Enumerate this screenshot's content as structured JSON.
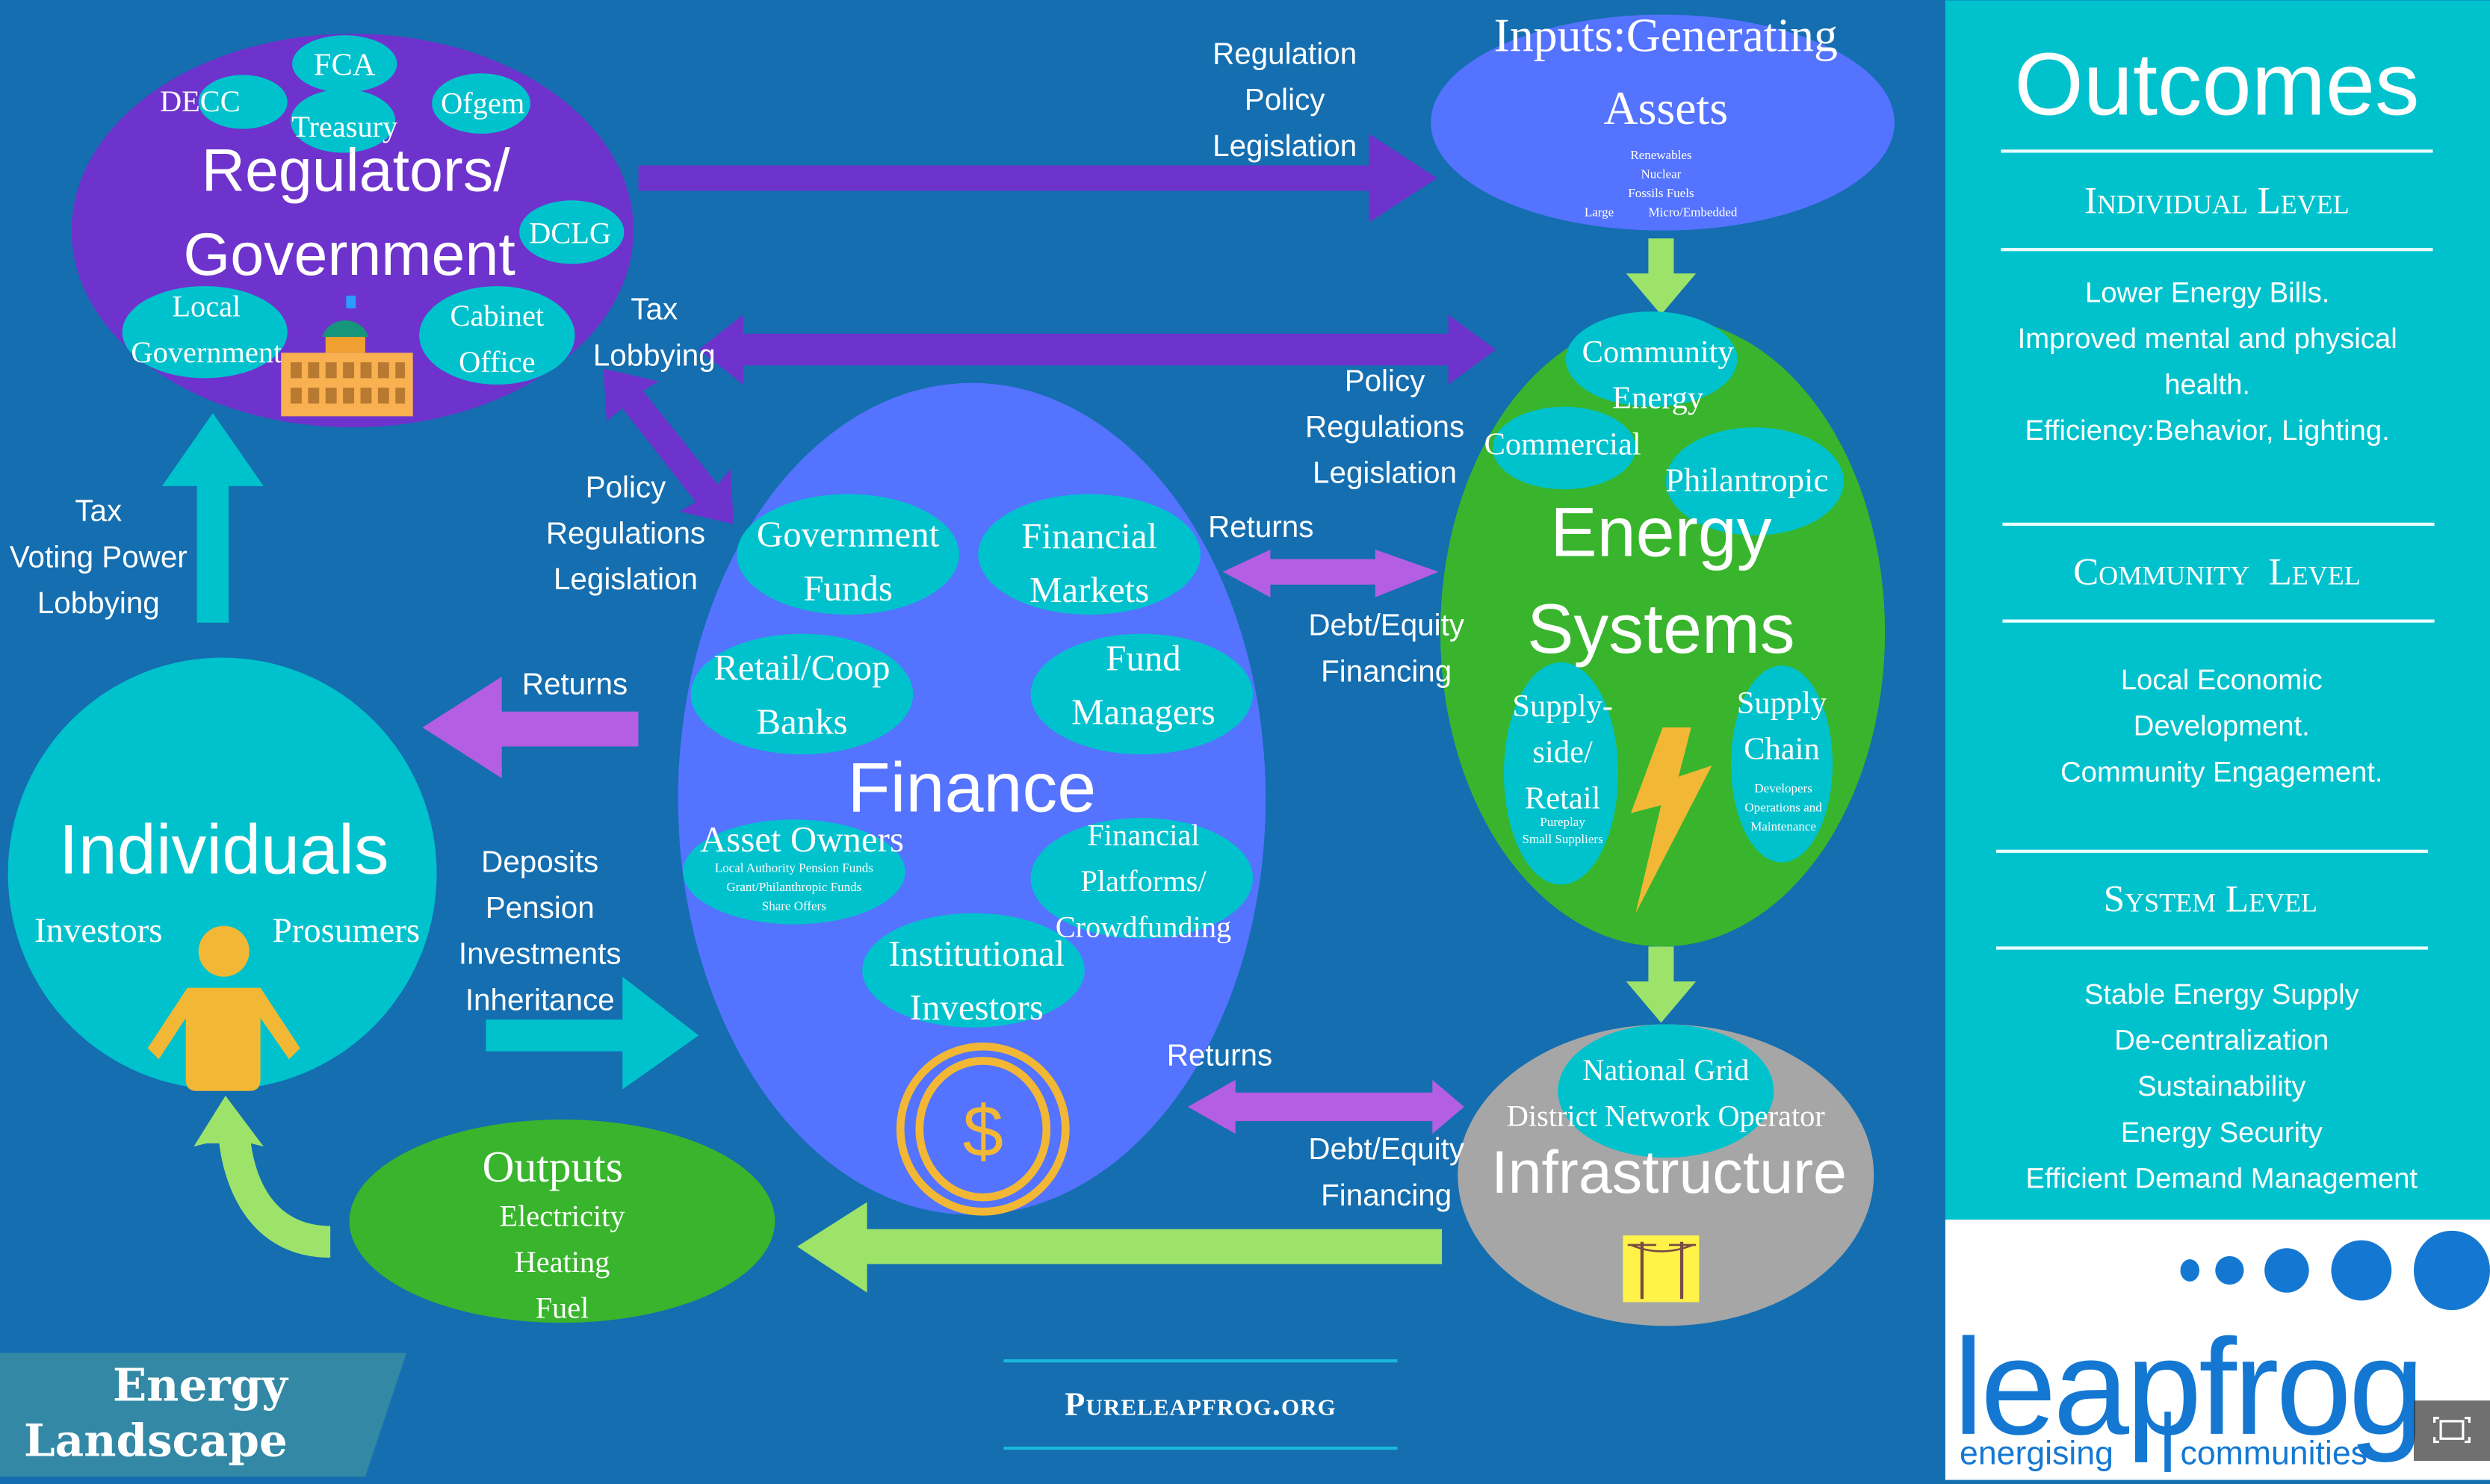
{
  "title_badge": {
    "line1": "Energy",
    "line2": "Landscape"
  },
  "website": "Pureleapfrog.org",
  "colors": {
    "background": "#146eb0",
    "regulators": "#6e33cc",
    "finance": "#5473ff",
    "energy_systems": "#38b52c",
    "infrastructure": "#a6a6a6",
    "inputs": "#5473ff",
    "bubble": "#00c2cd",
    "arrow_purple": "#6e33cc",
    "arrow_violet": "#b45ee3",
    "arrow_green": "#9de36a",
    "arrow_teal": "#00c2cd",
    "accent_yellow": "#f2b835",
    "outcomes_panel": "#00c2cd",
    "logo_blue": "#1478d2"
  },
  "regulators": {
    "title_line1": "Regulators/",
    "title_line2": "Government",
    "bubbles": [
      "FCA",
      "DECC",
      "Treasury",
      "Ofgem",
      "DCLG"
    ],
    "local_gov": {
      "line1": "Local",
      "line2": "Government"
    },
    "cabinet": {
      "line1": "Cabinet",
      "line2": "Office"
    }
  },
  "inputs": {
    "title_line1": "Inputs:Generating",
    "title_line2": "Assets",
    "items": [
      "Renewables",
      "Nuclear",
      "Fossils Fuels"
    ],
    "scale_left": "Large",
    "scale_right": "Micro/Embedded"
  },
  "energy_systems": {
    "title_line1": "Energy",
    "title_line2": "Systems",
    "community": {
      "line1": "Community",
      "line2": "Energy"
    },
    "commercial": "Commercial",
    "philantropic": "Philantropic",
    "supply_side": {
      "lines": [
        "Supply-",
        "side/",
        "Retail"
      ],
      "sub": [
        "Pureplay",
        "Small Suppliers"
      ]
    },
    "supply_chain": {
      "lines": [
        "Supply",
        "Chain"
      ],
      "sub": [
        "Developers",
        "Operations and",
        "Maintenance"
      ]
    }
  },
  "finance": {
    "title": "Finance",
    "gov_funds": {
      "line1": "Government",
      "line2": "Funds"
    },
    "fin_markets": {
      "line1": "Financial",
      "line2": "Markets"
    },
    "retail_banks": {
      "line1": "Retail/Coop",
      "line2": "Banks"
    },
    "fund_managers": {
      "line1": "Fund",
      "line2": "Managers"
    },
    "asset_owners": {
      "title": "Asset Owners",
      "sub": [
        "Local Authority Pension Funds",
        "Grant/Philanthropic Funds",
        "Share Offers"
      ]
    },
    "platforms": {
      "lines": [
        "Financial",
        "Platforms/",
        "Crowdfunding"
      ]
    },
    "institutional": {
      "line1": "Institutional",
      "line2": "Investors"
    },
    "coin_symbol": "$"
  },
  "individuals": {
    "title": "Individuals",
    "left": "Investors",
    "right": "Prosumers"
  },
  "outputs": {
    "title": "Outputs",
    "items": [
      "Electricity",
      "Heating",
      "Fuel"
    ]
  },
  "infrastructure": {
    "title": "Infrastructure",
    "national_grid": "National Grid",
    "dno": "District Network Operator"
  },
  "flow_labels": {
    "reg_to_inputs": [
      "Regulation",
      "Policy",
      "Legislation"
    ],
    "tax_lobbying": [
      "Tax",
      "Lobbying"
    ],
    "reg_to_energy": [
      "Policy",
      "Regulations",
      "Legislation"
    ],
    "reg_to_finance": [
      "Policy",
      "Regulations",
      "Legislation"
    ],
    "individuals_to_reg": [
      "Tax",
      "Voting Power",
      "Lobbying"
    ],
    "finance_to_individuals": "Returns",
    "individuals_to_finance": [
      "Deposits",
      "Pension",
      "Investments",
      "Inheritance"
    ],
    "finance_energy_top": "Returns",
    "finance_energy_bottom": [
      "Debt/Equity",
      "Financing"
    ],
    "finance_infra_top": "Returns",
    "finance_infra_bottom": [
      "Debt/Equity",
      "Financing"
    ]
  },
  "outcomes": {
    "title": "Outcomes",
    "sections": [
      {
        "heading": "Individual Level",
        "items": [
          "Lower Energy Bills.",
          "Improved mental and physical",
          "health.",
          "Efficiency:Behavior, Lighting."
        ]
      },
      {
        "heading": "Community  Level",
        "items": [
          "Local Economic",
          "Development.",
          "Community Engagement."
        ]
      },
      {
        "heading": "System Level",
        "items": [
          "Stable Energy Supply",
          "De-centralization",
          "Sustainability",
          "Energy Security",
          "Efficient Demand Management"
        ]
      }
    ]
  },
  "logo": {
    "wordmark": "leapfrog",
    "tagline_left": "energising",
    "tagline_right": "communities"
  },
  "expand_button": {
    "icon": "fullscreen-icon"
  }
}
